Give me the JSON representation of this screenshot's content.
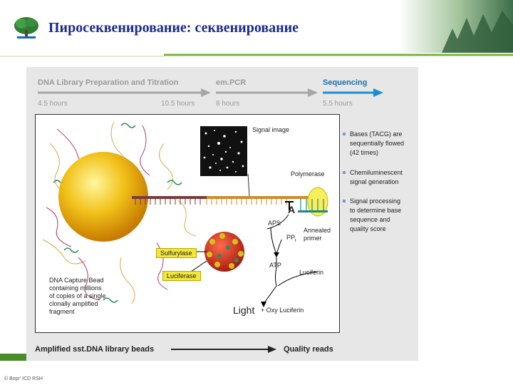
{
  "header": {
    "title": "Пиросеквенирование: секвенирование"
  },
  "pipeline": {
    "steps": [
      {
        "label": "DNA Library Preparation and Titration",
        "time_start": "4.5 hours",
        "time_end": "10.5 hours"
      },
      {
        "label": "em.PCR",
        "time": "8 hours"
      },
      {
        "label": "Sequencing",
        "time": "5.5 hours"
      }
    ]
  },
  "diagram": {
    "signal_image_label": "Signal image",
    "polymerase_label": "Polymerase",
    "base_letter": "A",
    "aps_label": "APS",
    "ppi_label": "PP",
    "ppi_sub": "i",
    "annealed_primer": "Annealed primer",
    "sulfurylase_label": "Sulfurylase",
    "luciferase_label": "Luciferase",
    "atp_label": "ATP",
    "luciferin_label": "Luciferin",
    "light_label": "Light",
    "oxy_luciferin": "+ Oxy Luciferin",
    "bead_caption_lines": [
      "DNA Capture Bead",
      "containing millions",
      "of copies of a single",
      "clonally amplified",
      "fragment"
    ]
  },
  "bullets": [
    {
      "lines": [
        "Bases (TACG) are",
        "sequentially flowed",
        "(42 times)"
      ]
    },
    {
      "lines": [
        "Chemiluminescent",
        "signal generation"
      ]
    },
    {
      "lines": [
        "Signal processing",
        "to determine base",
        "sequence and",
        "quality score"
      ]
    }
  ],
  "footer": {
    "left": "Amplified sst.DNA library beads",
    "right": "Quality reads"
  },
  "copyright": "© Bopr' ICD RSH",
  "colors": {
    "title": "#1a2a8c",
    "accent_green": "#7ab23a",
    "sequencing_blue": "#1b6fb0"
  }
}
